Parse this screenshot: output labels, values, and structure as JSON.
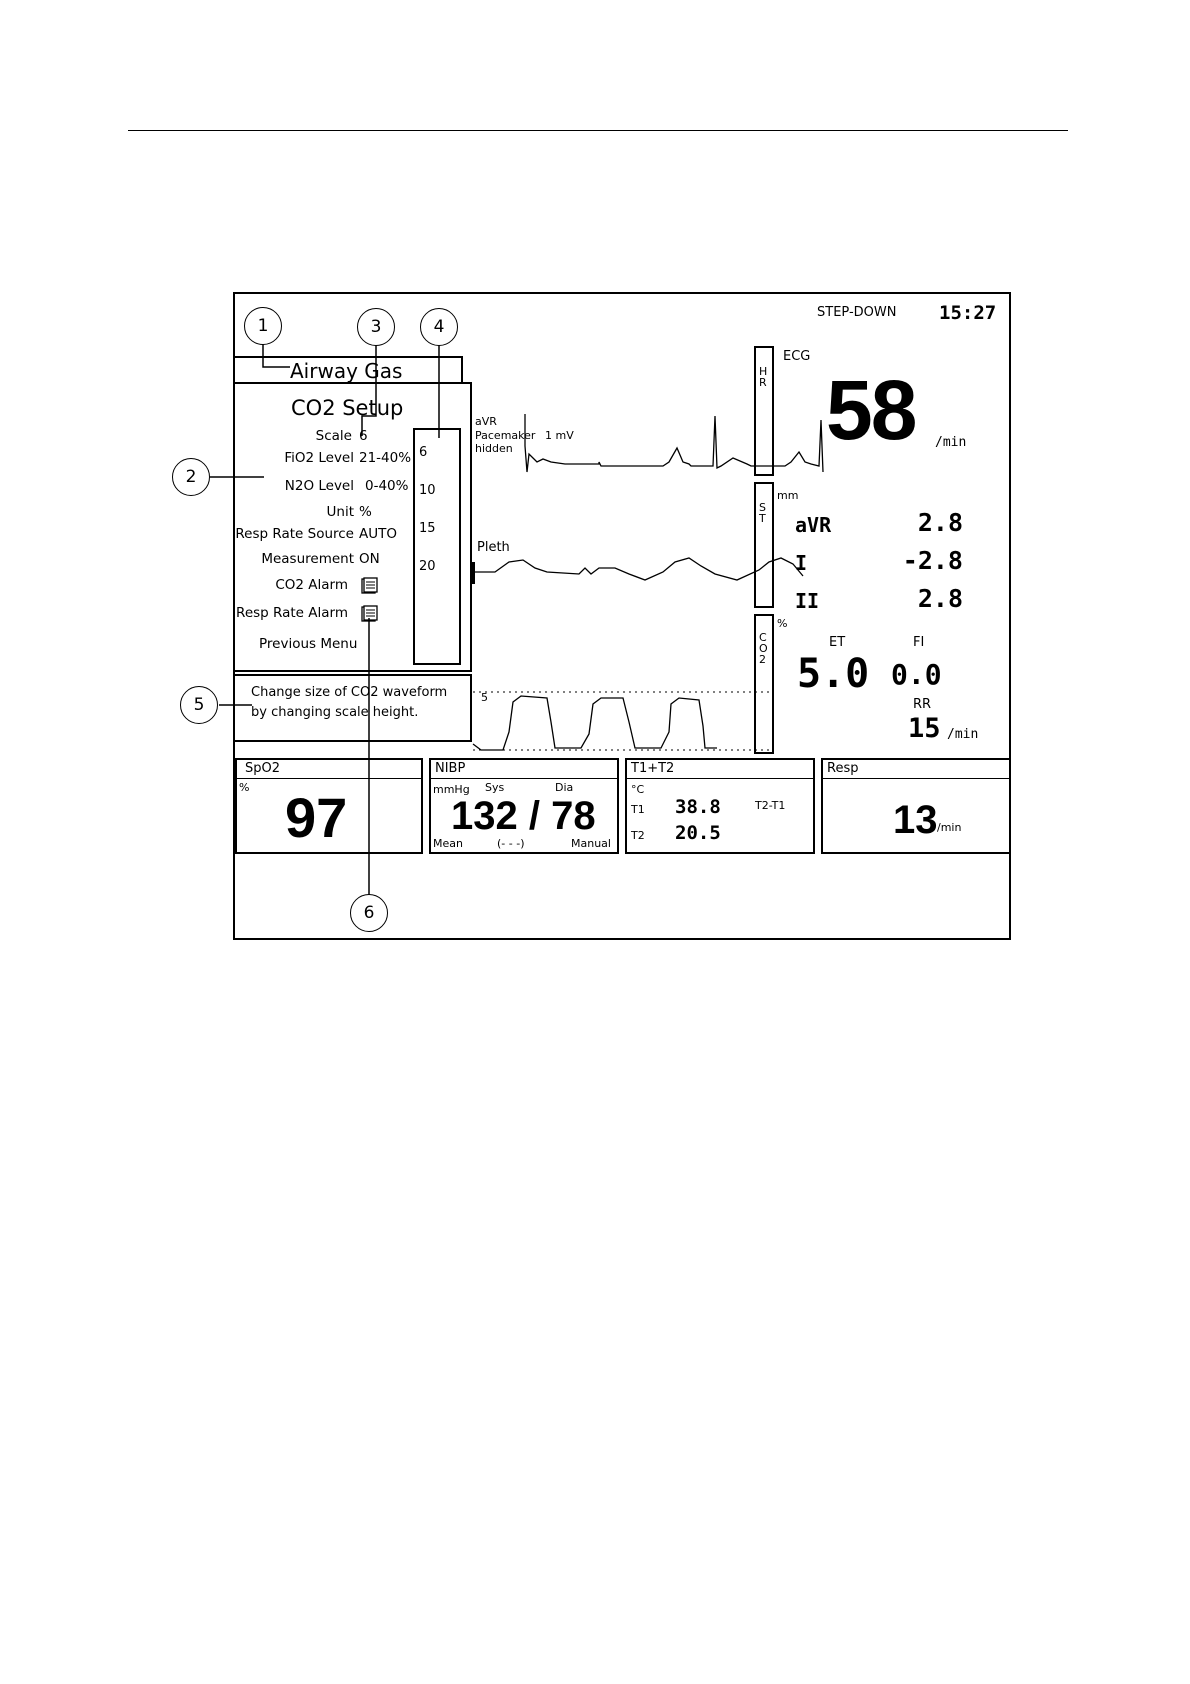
{
  "header": {
    "care_unit": "STEP-DOWN",
    "time": "15:27"
  },
  "menu": {
    "breadcrumb": "Airway Gas",
    "title": "CO2 Setup",
    "items": [
      {
        "label": "Scale",
        "value": "6"
      },
      {
        "label": "FiO2 Level",
        "value": "21-40%"
      },
      {
        "label": "N2O Level",
        "value": "0-40%"
      },
      {
        "label": "Unit",
        "value": "%"
      },
      {
        "label": "Resp Rate Source",
        "value": "AUTO"
      },
      {
        "label": "Measurement",
        "value": "ON"
      },
      {
        "label": "CO2 Alarm",
        "icon": "alarm-settings-icon"
      },
      {
        "label": "Resp Rate Alarm",
        "icon": "alarm-settings-icon"
      },
      {
        "label": "Previous Menu"
      }
    ],
    "scale_options": [
      "6",
      "10",
      "15",
      "20"
    ],
    "selected_scale": "6",
    "help_line1": "Change size of CO2 waveform",
    "help_line2": "by changing scale height."
  },
  "waveforms": {
    "ecg_lead": "aVR",
    "ecg_pacemaker": "Pacemaker",
    "ecg_hidden": "hidden",
    "ecg_gain": "1 mV",
    "pleth_label": "Pleth",
    "co2_scale_mark": "5"
  },
  "params": {
    "hr": {
      "side_label": "HR",
      "source": "ECG",
      "value": "58",
      "unit": "/min"
    },
    "st": {
      "side_label": "ST",
      "unit": "mm",
      "leads": [
        {
          "name": "aVR",
          "value": "2.8"
        },
        {
          "name": "I",
          "value": "-2.8"
        },
        {
          "name": "II",
          "value": "2.8"
        }
      ]
    },
    "co2": {
      "side_label": "CO2",
      "unit": "%",
      "et_label": "ET",
      "et_value": "5.0",
      "fi_label": "FI",
      "fi_value": "0.0",
      "rr_label": "RR",
      "rr_value": "15",
      "rr_unit": "/min"
    }
  },
  "tiles": {
    "spo2": {
      "title": "SpO2",
      "unit": "%",
      "value": "97"
    },
    "nibp": {
      "title": "NIBP",
      "unit": "mmHg",
      "sys_label": "Sys",
      "dia_label": "Dia",
      "value": "132 / 78",
      "mean_label": "Mean",
      "mean_value": "(- - -)",
      "mode": "Manual"
    },
    "temp": {
      "title": "T1+T2",
      "unit": "°C",
      "t1_label": "T1",
      "t1_value": "38.8",
      "t2_label": "T2",
      "t2_value": "20.5",
      "diff_label": "T2-T1"
    },
    "resp": {
      "title": "Resp",
      "value": "13",
      "unit": "/min"
    }
  },
  "callouts": [
    "1",
    "2",
    "3",
    "4",
    "5",
    "6"
  ]
}
